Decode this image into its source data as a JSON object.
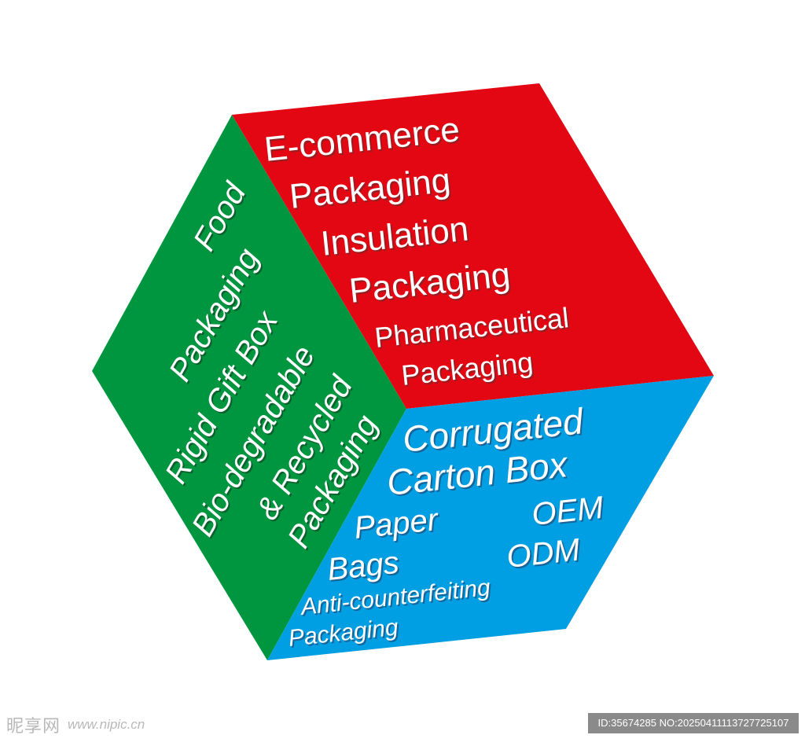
{
  "colors": {
    "top_face": "#e30613",
    "left_face": "#009640",
    "right_face": "#009fe3",
    "text": "#ffffff",
    "watermark_bg": "#8a8a8a"
  },
  "top_face": {
    "lines": [
      "E-commerce",
      "Packaging",
      "Insulation",
      "Packaging",
      "Pharmaceutical",
      "Packaging"
    ]
  },
  "left_face": {
    "lines": [
      "Food",
      "Packaging",
      "Rigid Gift Box",
      "Bio-degradable",
      "& Recycled",
      "Packaging"
    ]
  },
  "right_face": {
    "lines": [
      "Corrugated",
      "Carton Box"
    ],
    "left_column": [
      "Paper",
      "Bags"
    ],
    "right_column": [
      "OEM",
      "ODM"
    ],
    "bottom_lines": [
      "Anti-counterfeiting",
      "Packaging"
    ]
  },
  "watermark": {
    "logo": "昵享网",
    "site": "www.nipic.cn",
    "id_text": "ID:35674285 NO:20250411113727725107"
  }
}
